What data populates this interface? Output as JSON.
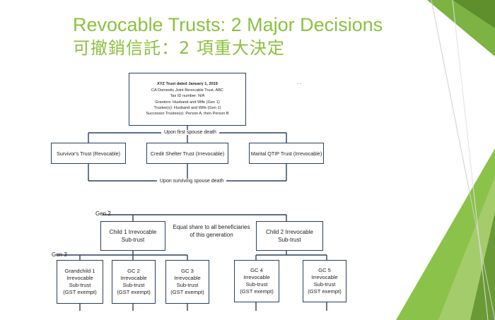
{
  "title": {
    "english": "Revocable Trusts: 2 Major Decisions",
    "chinese": "可撤銷信託：2 項重大決定"
  },
  "trust": {
    "name": "XYZ Trust dated January 1, 2019",
    "type": "CA Domestic Joint Revocable Trust, ABC",
    "tax_id": "Tax ID number: N/A",
    "grantors": "Grantors: Husband and Wife (Gen 1)",
    "trustees": "Trustee(s): Husband and Wife (Gen 1)",
    "successor": "Successor Trustee(s): Person A, then Person B"
  },
  "events": {
    "first_death": "Upon first spouse death",
    "surviving_death": "Upon surviving spouse death"
  },
  "subtrusts": {
    "survivor": "Survivor's Trust (Revocable)",
    "credit_shelter": "Credit Shelter Trust (Irrevocable)",
    "qtip": "Marital QTIP Trust (Irrevocable)"
  },
  "generations": {
    "gen2": "Gen 2",
    "gen3": "Gen 3"
  },
  "gen2_note": {
    "line1": "Equal share to all beneficiaries",
    "line2": "of this generation"
  },
  "gen2_trusts": [
    {
      "line1": "Child 1 Irrevocable",
      "line2": "Sub-trust"
    },
    {
      "line1": "Child 2 Irrevocable",
      "line2": "Sub-trust"
    }
  ],
  "gen3_trusts": [
    {
      "line1": "Grandchild 1",
      "line2": "Irrevocable",
      "line3": "Sub-trust",
      "line4": "(GST exempt)"
    },
    {
      "line1": "GC 2",
      "line2": "Irrevocable",
      "line3": "Sub-trust",
      "line4": "(GST exempt)"
    },
    {
      "line1": "GC 3",
      "line2": "Irrevocable",
      "line3": "Sub-trust",
      "line4": "(GST exempt)"
    },
    {
      "line1": "GC 4",
      "line2": "Irrevocable",
      "line3": "Sub-trust",
      "line4": "(GST exempt)"
    },
    {
      "line1": "GC 5",
      "line2": "Irrevocable",
      "line3": "Sub-trust",
      "line4": "(GST exempt)"
    }
  ],
  "colors": {
    "accent_green": "#8bc13f",
    "line_navy": "#2a3f5f"
  }
}
